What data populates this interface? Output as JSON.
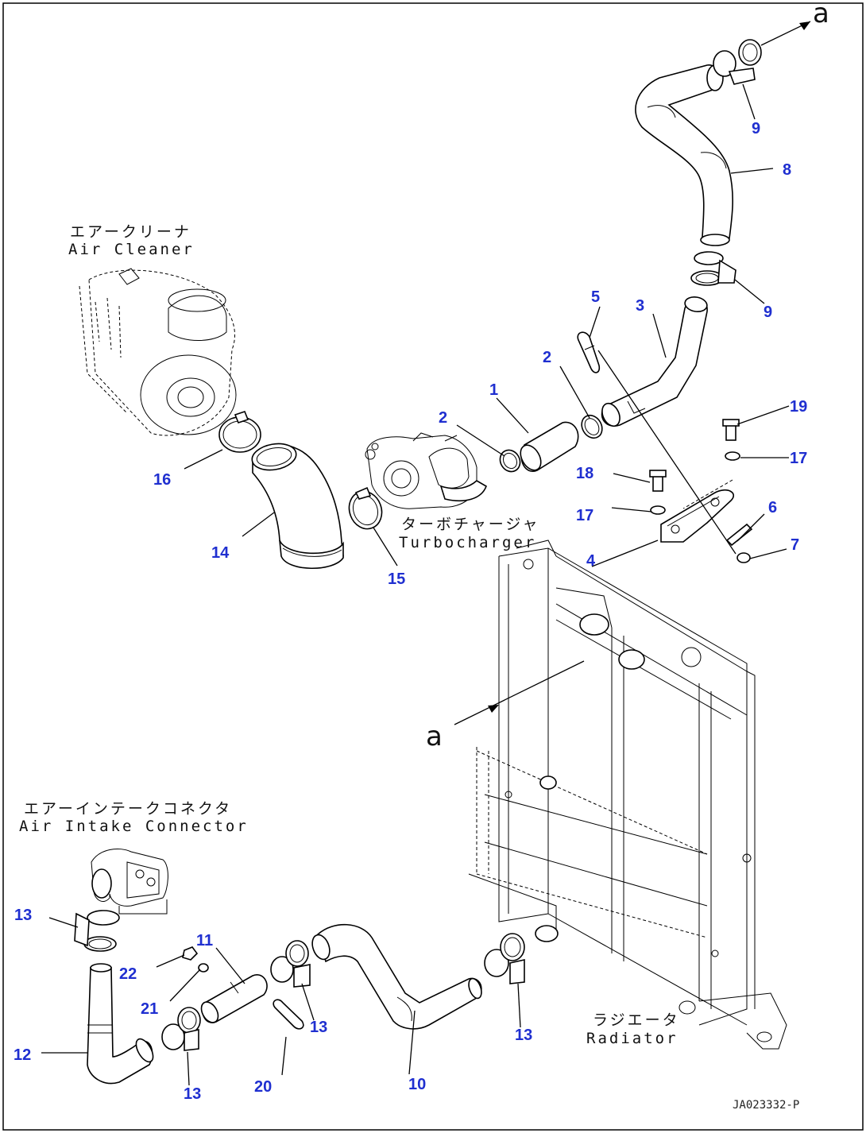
{
  "figure_code": "JA023332-P",
  "ref_letter": "a",
  "components": {
    "air_cleaner": {
      "jp": "エアークリーナ",
      "en": "Air Cleaner"
    },
    "turbocharger": {
      "jp": "ターボチャージャ",
      "en": "Turbocharger"
    },
    "air_intake_connector": {
      "jp": "エアーインテークコネクタ",
      "en": "Air Intake Connector"
    },
    "radiator": {
      "jp": "ラジエータ",
      "en": "Radiator"
    }
  },
  "callouts": {
    "c1": "1",
    "c2a": "2",
    "c2b": "2",
    "c3": "3",
    "c4": "4",
    "c5": "5",
    "c6": "6",
    "c7": "7",
    "c8": "8",
    "c9a": "9",
    "c9b": "9",
    "c10": "10",
    "c11": "11",
    "c12": "12",
    "c13a": "13",
    "c13b": "13",
    "c13c": "13",
    "c13d": "13",
    "c14": "14",
    "c15": "15",
    "c16": "16",
    "c17a": "17",
    "c17b": "17",
    "c18": "18",
    "c19": "19",
    "c20": "20",
    "c21": "21",
    "c22": "22"
  },
  "colors": {
    "callout": "#1f2fd0",
    "line": "#000000",
    "background": "#ffffff"
  }
}
